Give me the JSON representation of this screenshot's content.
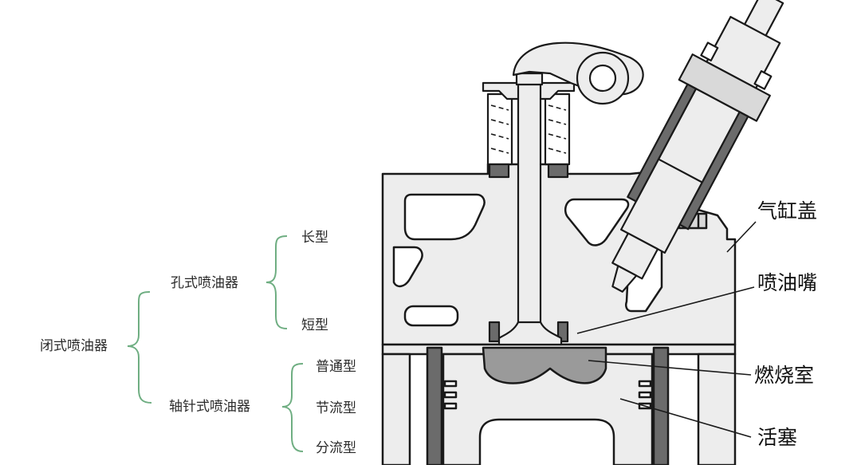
{
  "taxonomy": {
    "root": "闭式喷油器",
    "branches": [
      {
        "label": "孔式喷油器",
        "children": [
          "长型",
          "短型"
        ]
      },
      {
        "label": "轴针式喷油器",
        "children": [
          "普通型",
          "节流型",
          "分流型"
        ]
      }
    ],
    "brace_color": "#6fae82"
  },
  "engine_callouts": {
    "cylinder_head": "气缸盖",
    "injector": "喷油嘴",
    "combustion_chamber": "燃烧室",
    "piston": "活塞"
  },
  "colors": {
    "outline": "#1a1a1a",
    "body_fill": "#ededed",
    "chamber_fill": "#9a9a9a",
    "dark_fill": "#6b6b6b",
    "inner_fill": "#ffffff"
  }
}
